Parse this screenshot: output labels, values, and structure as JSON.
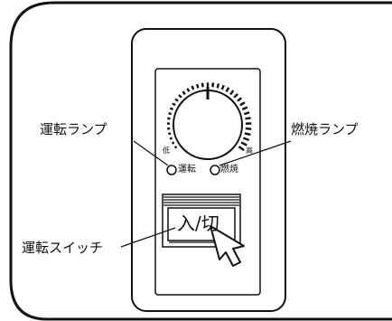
{
  "labels": {
    "run_lamp": "運転ランプ",
    "burn_lamp": "燃焼ランプ",
    "run_switch": "運転スイッチ"
  },
  "dial": {
    "low": "低",
    "high": "高"
  },
  "indicators": {
    "run": "運転",
    "burn": "燃焼"
  },
  "switch": {
    "label": "入/切"
  }
}
